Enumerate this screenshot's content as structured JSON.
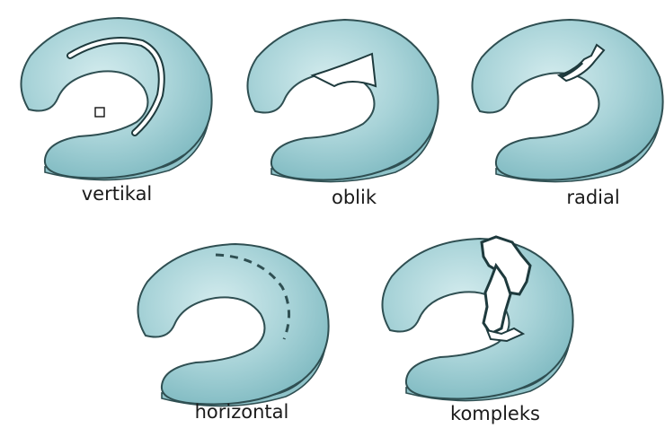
{
  "colors": {
    "body_light": "#d4ecee",
    "body_mid": "#a8d3d8",
    "body_dark": "#74b3bb",
    "side": "#8fc3c9",
    "outline": "#2f4f52",
    "tear": "#1e3a3d",
    "background": "#ffffff"
  },
  "panels": [
    {
      "id": "vertical",
      "label": "vertikal",
      "tear_icon": "vertical-tear-icon"
    },
    {
      "id": "oblique",
      "label": "oblik",
      "tear_icon": "oblique-tear-icon"
    },
    {
      "id": "radial",
      "label": "radial",
      "tear_icon": "radial-tear-icon"
    },
    {
      "id": "horizontal",
      "label": "horizontal",
      "tear_icon": "horizontal-tear-icon"
    },
    {
      "id": "complex",
      "label": "kompleks",
      "tear_icon": "complex-tear-icon"
    }
  ]
}
